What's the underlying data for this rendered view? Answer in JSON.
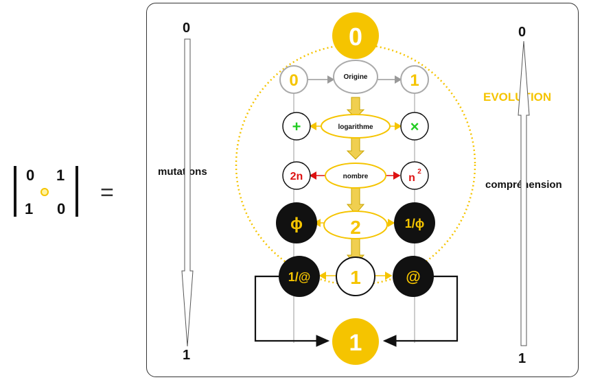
{
  "matrix": {
    "top_left": "0",
    "top_right": "1",
    "bottom_left": "1",
    "bottom_right": "0",
    "equals": "="
  },
  "left_axis": {
    "top": "0",
    "bottom": "1",
    "label": "mutations"
  },
  "right_axis": {
    "top": "0",
    "bottom": "1",
    "label_upper": "EVOLUTION",
    "label_lower": "compréhension"
  },
  "diagram": {
    "top_node": "0",
    "bottom_node": "1",
    "row1": {
      "left": "0",
      "center": "Origine",
      "right": "1"
    },
    "row2": {
      "left": "+",
      "center": "logarithme",
      "right": "×"
    },
    "row3": {
      "left": "2n",
      "center": "nombre",
      "right": "n",
      "right_sup": "2"
    },
    "row4": {
      "left": "ϕ",
      "center": "2",
      "right": "1/ϕ"
    },
    "row5": {
      "left": "1/@",
      "center": "1",
      "right": "@"
    }
  },
  "colors": {
    "yellow": "#f5c400",
    "dark": "#111111",
    "green": "#22cc22",
    "red": "#dd1111"
  }
}
